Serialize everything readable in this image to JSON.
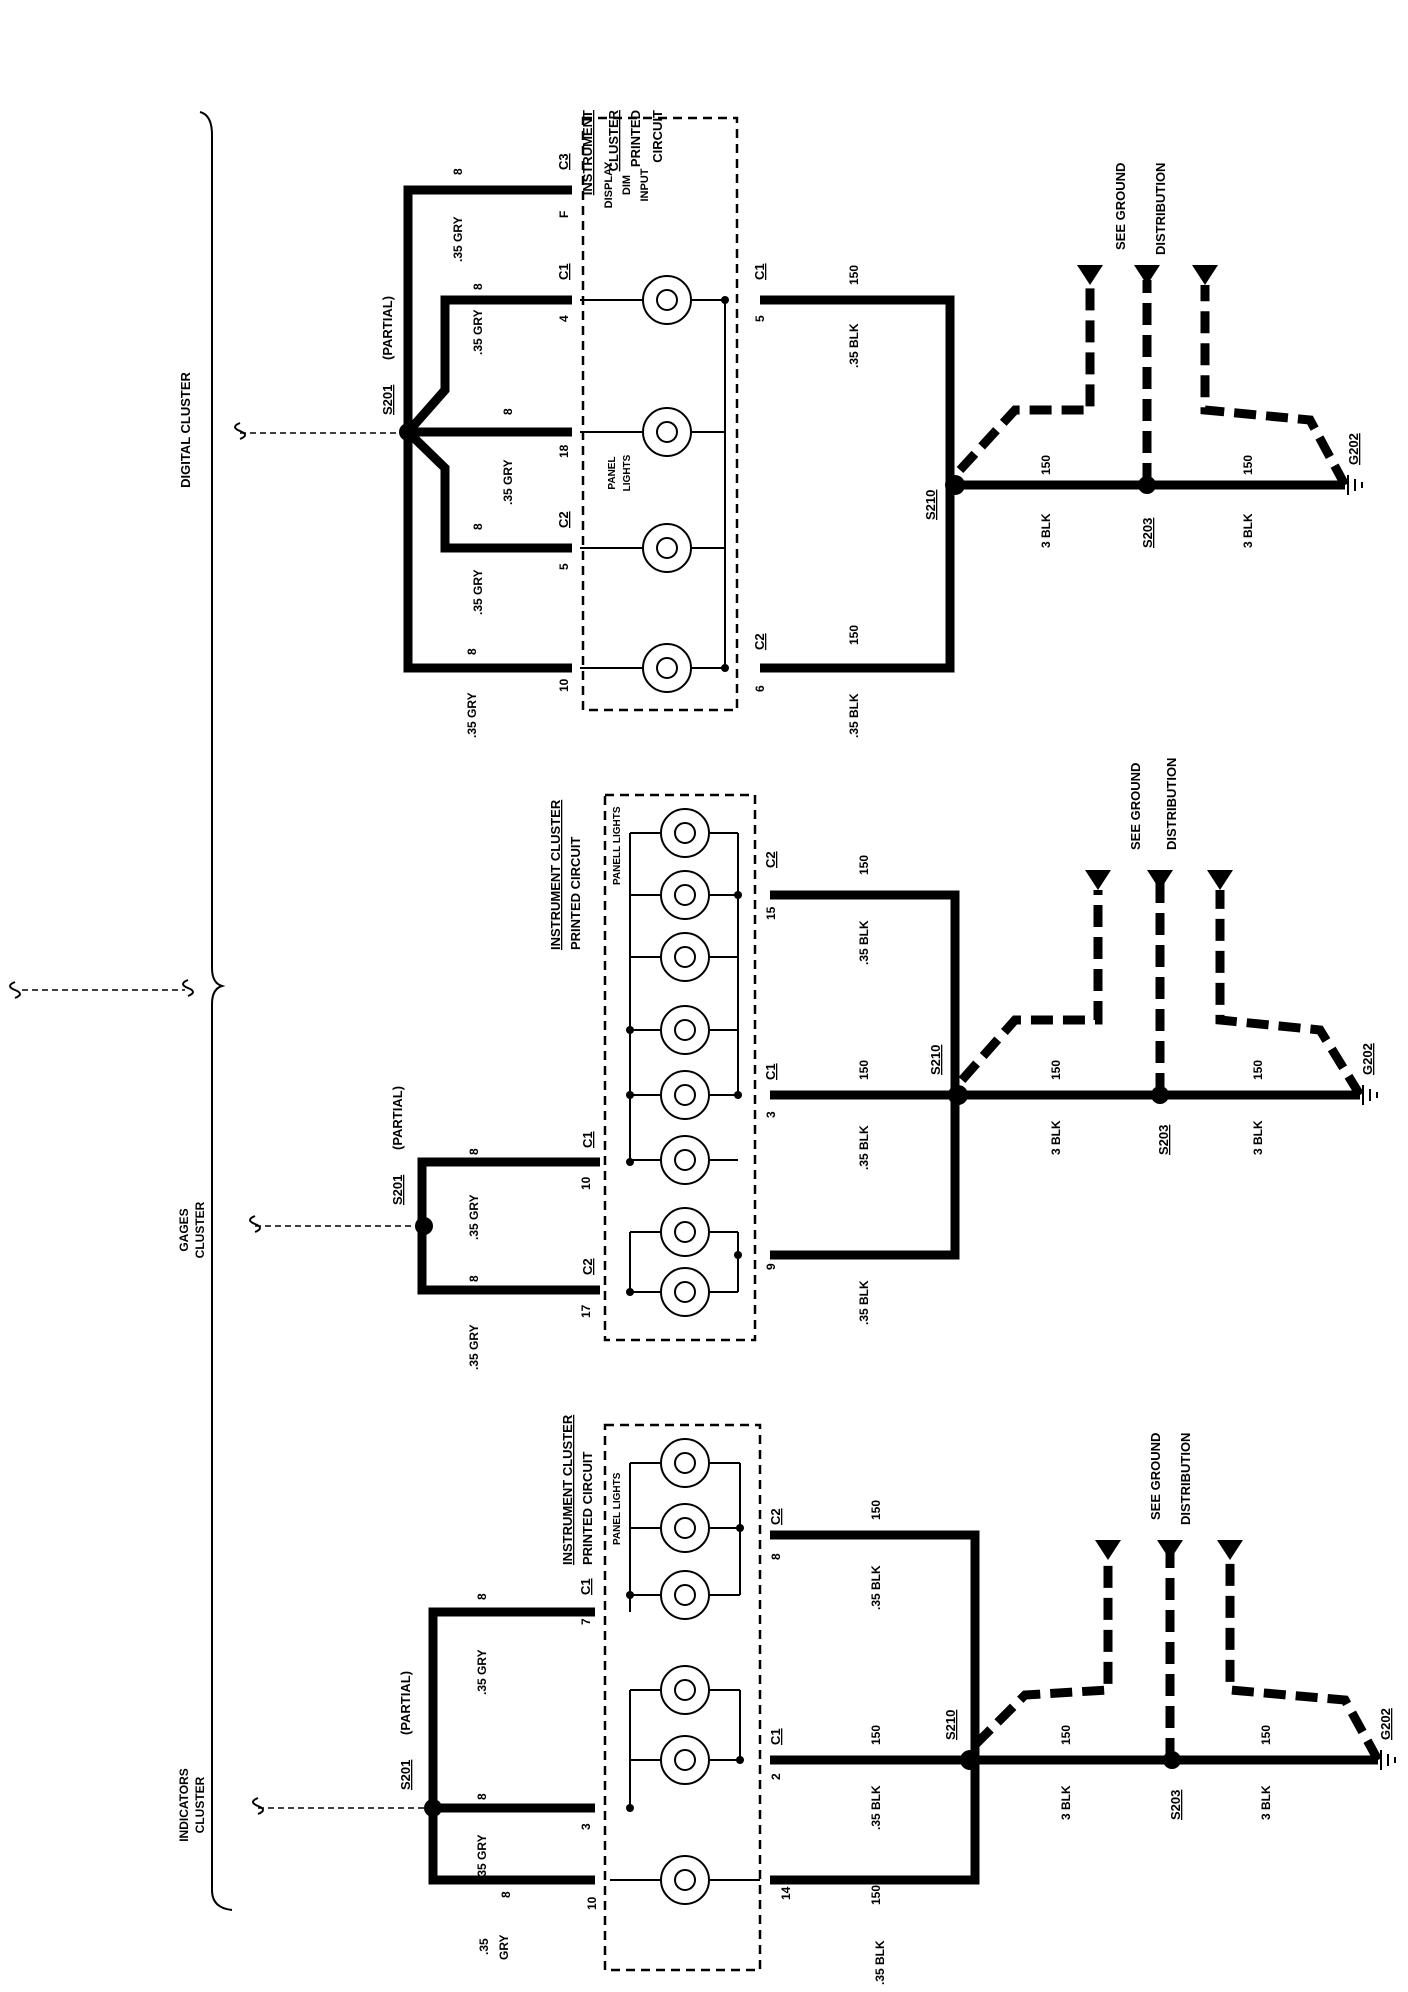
{
  "sections": [
    {
      "id": "digital",
      "cluster_label": "DIGITAL CLUSTER",
      "splice_top": "S201",
      "splice_top_note": "(PARTIAL)",
      "pc_title": [
        "INSTRUMENT",
        "CLUSTER",
        "PRINTED",
        "CIRCUIT"
      ],
      "inner_labels": [
        "DISPLAY",
        "DIM",
        "INPUT"
      ],
      "panel_label": [
        "PANEL",
        "LIGHTS"
      ],
      "connectors": [
        "C3",
        "C1",
        "C2",
        "C1",
        "C2"
      ],
      "pins": [
        "F",
        "4",
        "18",
        "5",
        "10",
        "5",
        "6"
      ],
      "gry_wires": [
        ".35 GRY",
        ".35 GRY",
        ".35 GRY",
        ".35 GRY",
        ".35 GRY"
      ],
      "circuit_gry": [
        "8",
        "8",
        "8",
        "8",
        "8"
      ],
      "blk_wires": [
        ".35 BLK",
        ".35 BLK"
      ],
      "circuit_blk": [
        "150",
        "150",
        "150",
        "150"
      ],
      "ground_wires": [
        "3 BLK",
        "3 BLK"
      ],
      "splice_mid": "S210",
      "splice_ground": "S203",
      "ground": "G202",
      "see_ground": [
        "SEE GROUND",
        "DISTRIBUTION"
      ]
    },
    {
      "id": "gages",
      "cluster_label": [
        "GAGES",
        "CLUSTER"
      ],
      "splice_top": "S201",
      "splice_top_note": "(PARTIAL)",
      "pc_title": [
        "INSTRUMENT CLUSTER",
        "PRINTED CIRCUIT"
      ],
      "panel_label": "PANELL LIGHTS",
      "connectors": [
        "C1",
        "C2",
        "C2",
        "C1"
      ],
      "pins": [
        "10",
        "17",
        "15",
        "3",
        "9"
      ],
      "gry_wires": [
        ".35 GRY",
        ".35 GRY"
      ],
      "circuit_gry": [
        "8",
        "8"
      ],
      "blk_wires": [
        ".35 BLK",
        ".35 BLK",
        ".35 BLK"
      ],
      "circuit_blk": [
        "150",
        "150",
        "150",
        "150"
      ],
      "ground_wires": [
        "3 BLK",
        "3 BLK"
      ],
      "splice_mid": "S210",
      "splice_ground": "S203",
      "ground": "G202",
      "see_ground": [
        "SEE GROUND",
        "DISTRIBUTION"
      ]
    },
    {
      "id": "indicators",
      "cluster_label": [
        "INDICATORS",
        "CLUSTER"
      ],
      "splice_top": "S201",
      "splice_top_note": "(PARTIAL)",
      "pc_title": [
        "INSTRUMENT CLUSTER",
        "PRINTED CIRCUIT"
      ],
      "panel_label": "PANEL LIGHTS",
      "connectors": [
        "C1",
        "C2",
        "C1"
      ],
      "pins": [
        "7",
        "3",
        "10",
        "8",
        "2",
        "14"
      ],
      "gry_wires": [
        ".35 GRY",
        ".35 GRY",
        ".35",
        "GRY"
      ],
      "circuit_gry": [
        "8",
        "8",
        "8"
      ],
      "blk_wires": [
        ".35 BLK",
        ".35 BLK",
        ".35 BLK"
      ],
      "circuit_blk": [
        "150",
        "150",
        "150",
        "150",
        "150"
      ],
      "ground_wires": [
        "3 BLK",
        "3 BLK"
      ],
      "splice_mid": "S210",
      "splice_ground": "S203",
      "ground": "G202",
      "see_ground": [
        "SEE GROUND",
        "DISTRIBUTION"
      ]
    }
  ]
}
